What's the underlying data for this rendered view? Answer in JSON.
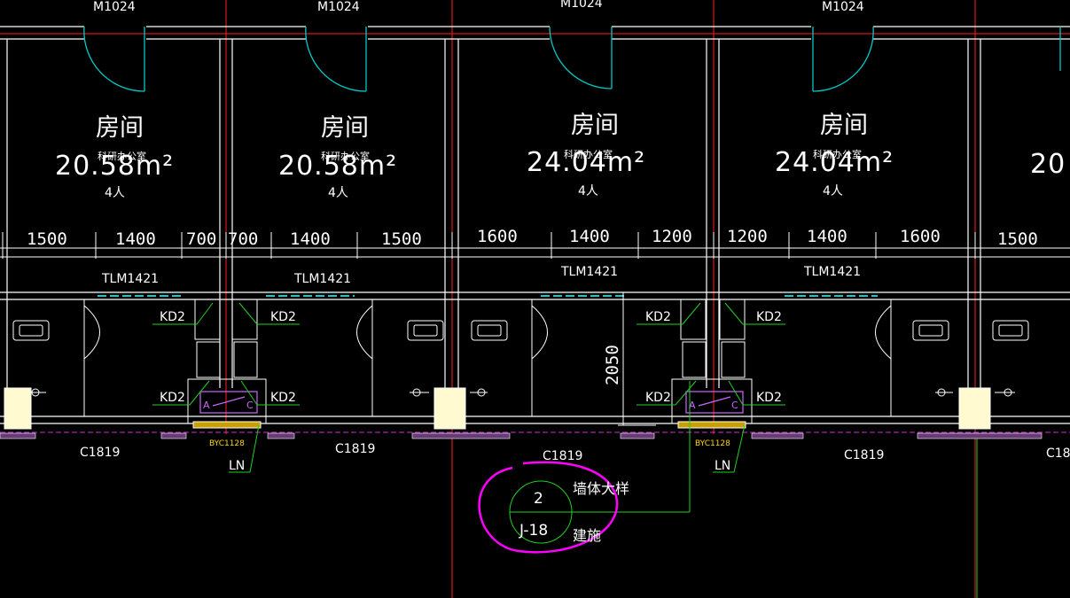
{
  "door_tags": [
    "M1024",
    "M1024",
    "M1024",
    "M1024"
  ],
  "rooms": [
    {
      "name": "房间",
      "area": "20.58m²",
      "sub": "科研办公室",
      "persons": "4人"
    },
    {
      "name": "房间",
      "area": "20.58m²",
      "sub": "科研办公室",
      "persons": "4人"
    },
    {
      "name": "房间",
      "area": "24.04m²",
      "sub": "科研办公室",
      "persons": "4人"
    },
    {
      "name": "房间",
      "area": "24.04m²",
      "sub": "科研办公室",
      "persons": "4人"
    },
    {
      "name": "",
      "area": "20",
      "sub": "",
      "persons": ""
    }
  ],
  "dimensions": [
    "1500",
    "1400",
    "700",
    "700",
    "1400",
    "1500",
    "1600",
    "1400",
    "1200",
    "1200",
    "1400",
    "1600",
    "1500"
  ],
  "vertical_dimension": "2050",
  "sliding_doors": [
    "TLM1421",
    "TLM1421",
    "TLM1421",
    "TLM1421"
  ],
  "kd_labels": [
    "KD2",
    "KD2",
    "KD2",
    "KD2",
    "KD2",
    "KD2",
    "KD2",
    "KD2"
  ],
  "shaft_letters": [
    "A",
    "C",
    "A",
    "C"
  ],
  "byc_labels": [
    "BYC1128",
    "BYC1128"
  ],
  "ln_labels": [
    "LN",
    "LN"
  ],
  "windows": [
    "C1819",
    "C1819",
    "C1819",
    "C1819",
    "C18"
  ],
  "detail": {
    "number": "2",
    "sheet": "J-18",
    "title": "墙体大样",
    "note": "建施"
  },
  "colors": {
    "background": "#000000",
    "wall": "#ffffff",
    "axis": "#ff2020",
    "door_arc": "#00c8c8",
    "leader": "#20d020",
    "markup": "#ff00ff",
    "shaft_box": "#cc66ff",
    "fill_yellow": "#fffad0"
  }
}
